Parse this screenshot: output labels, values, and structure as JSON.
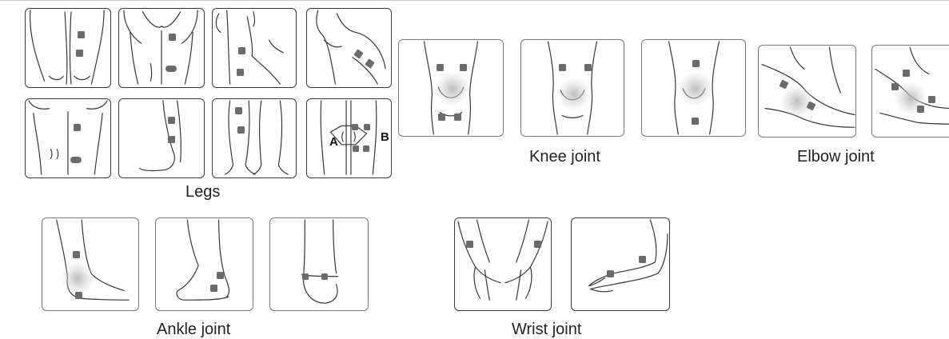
{
  "captions": {
    "legs": "Legs",
    "knee": "Knee joint",
    "elbow": "Elbow joint",
    "ankle": "Ankle joint",
    "wrist": "Wrist joint"
  },
  "point_labels": {
    "a": "A",
    "b": "B"
  },
  "colors": {
    "pad": "#6b6b6b",
    "outline": "#333333",
    "border": "#3a3a3a"
  }
}
